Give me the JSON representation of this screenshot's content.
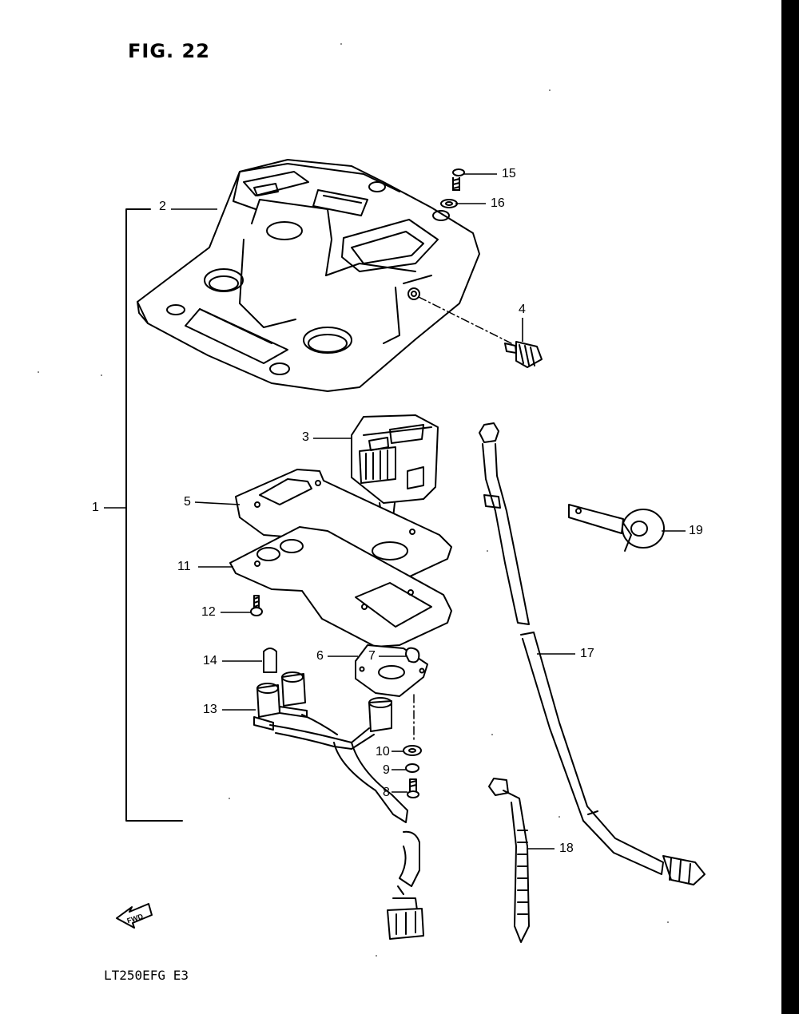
{
  "figure": {
    "title": "FIG. 22",
    "model_code": "LT250EFG  E3",
    "fwd_label": "FWD"
  },
  "callouts": [
    {
      "id": "p1",
      "label": "1"
    },
    {
      "id": "p2",
      "label": "2"
    },
    {
      "id": "p3",
      "label": "3"
    },
    {
      "id": "p4",
      "label": "4"
    },
    {
      "id": "p5",
      "label": "5"
    },
    {
      "id": "p6",
      "label": "6"
    },
    {
      "id": "p7",
      "label": "7"
    },
    {
      "id": "p8",
      "label": "8"
    },
    {
      "id": "p9",
      "label": "9"
    },
    {
      "id": "p10",
      "label": "10"
    },
    {
      "id": "p11",
      "label": "11"
    },
    {
      "id": "p12",
      "label": "12"
    },
    {
      "id": "p13",
      "label": "13"
    },
    {
      "id": "p14",
      "label": "14"
    },
    {
      "id": "p15",
      "label": "15"
    },
    {
      "id": "p16",
      "label": "16"
    },
    {
      "id": "p17",
      "label": "17"
    },
    {
      "id": "p18",
      "label": "18"
    },
    {
      "id": "p19",
      "label": "19"
    }
  ]
}
